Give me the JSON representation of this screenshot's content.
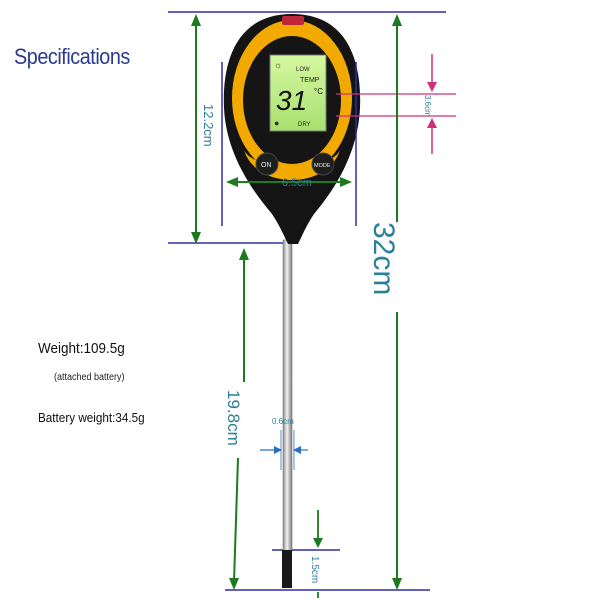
{
  "title": "Specifications",
  "specs": {
    "weight": "Weight:109.5g",
    "attached": "(attached battery)",
    "battery": "Battery weight:34.5g"
  },
  "dimensions": {
    "head_height": "12.2cm",
    "head_width": "6.5cm",
    "screen_height": "3.6cm",
    "total_length": "32cm",
    "probe_length": "19.8cm",
    "probe_diameter": "0.6cm",
    "tip_length": "1.5cm"
  },
  "display": {
    "top_left_symbol": "☼",
    "low_label": "LOW",
    "temp_label": "TEMP",
    "reading": "31",
    "unit": "°C",
    "dry_label": "DRY"
  },
  "buttons": {
    "on_label": "ON",
    "mode_label": "MODE"
  },
  "colors": {
    "yellow": "#f2a900",
    "body": "#121212",
    "screen": "#c8f08a",
    "green_line": "#1d7a1d",
    "blue_line": "#2b2fa8",
    "pink_line": "#d0307a",
    "teal_text": "#2a7f9a"
  }
}
